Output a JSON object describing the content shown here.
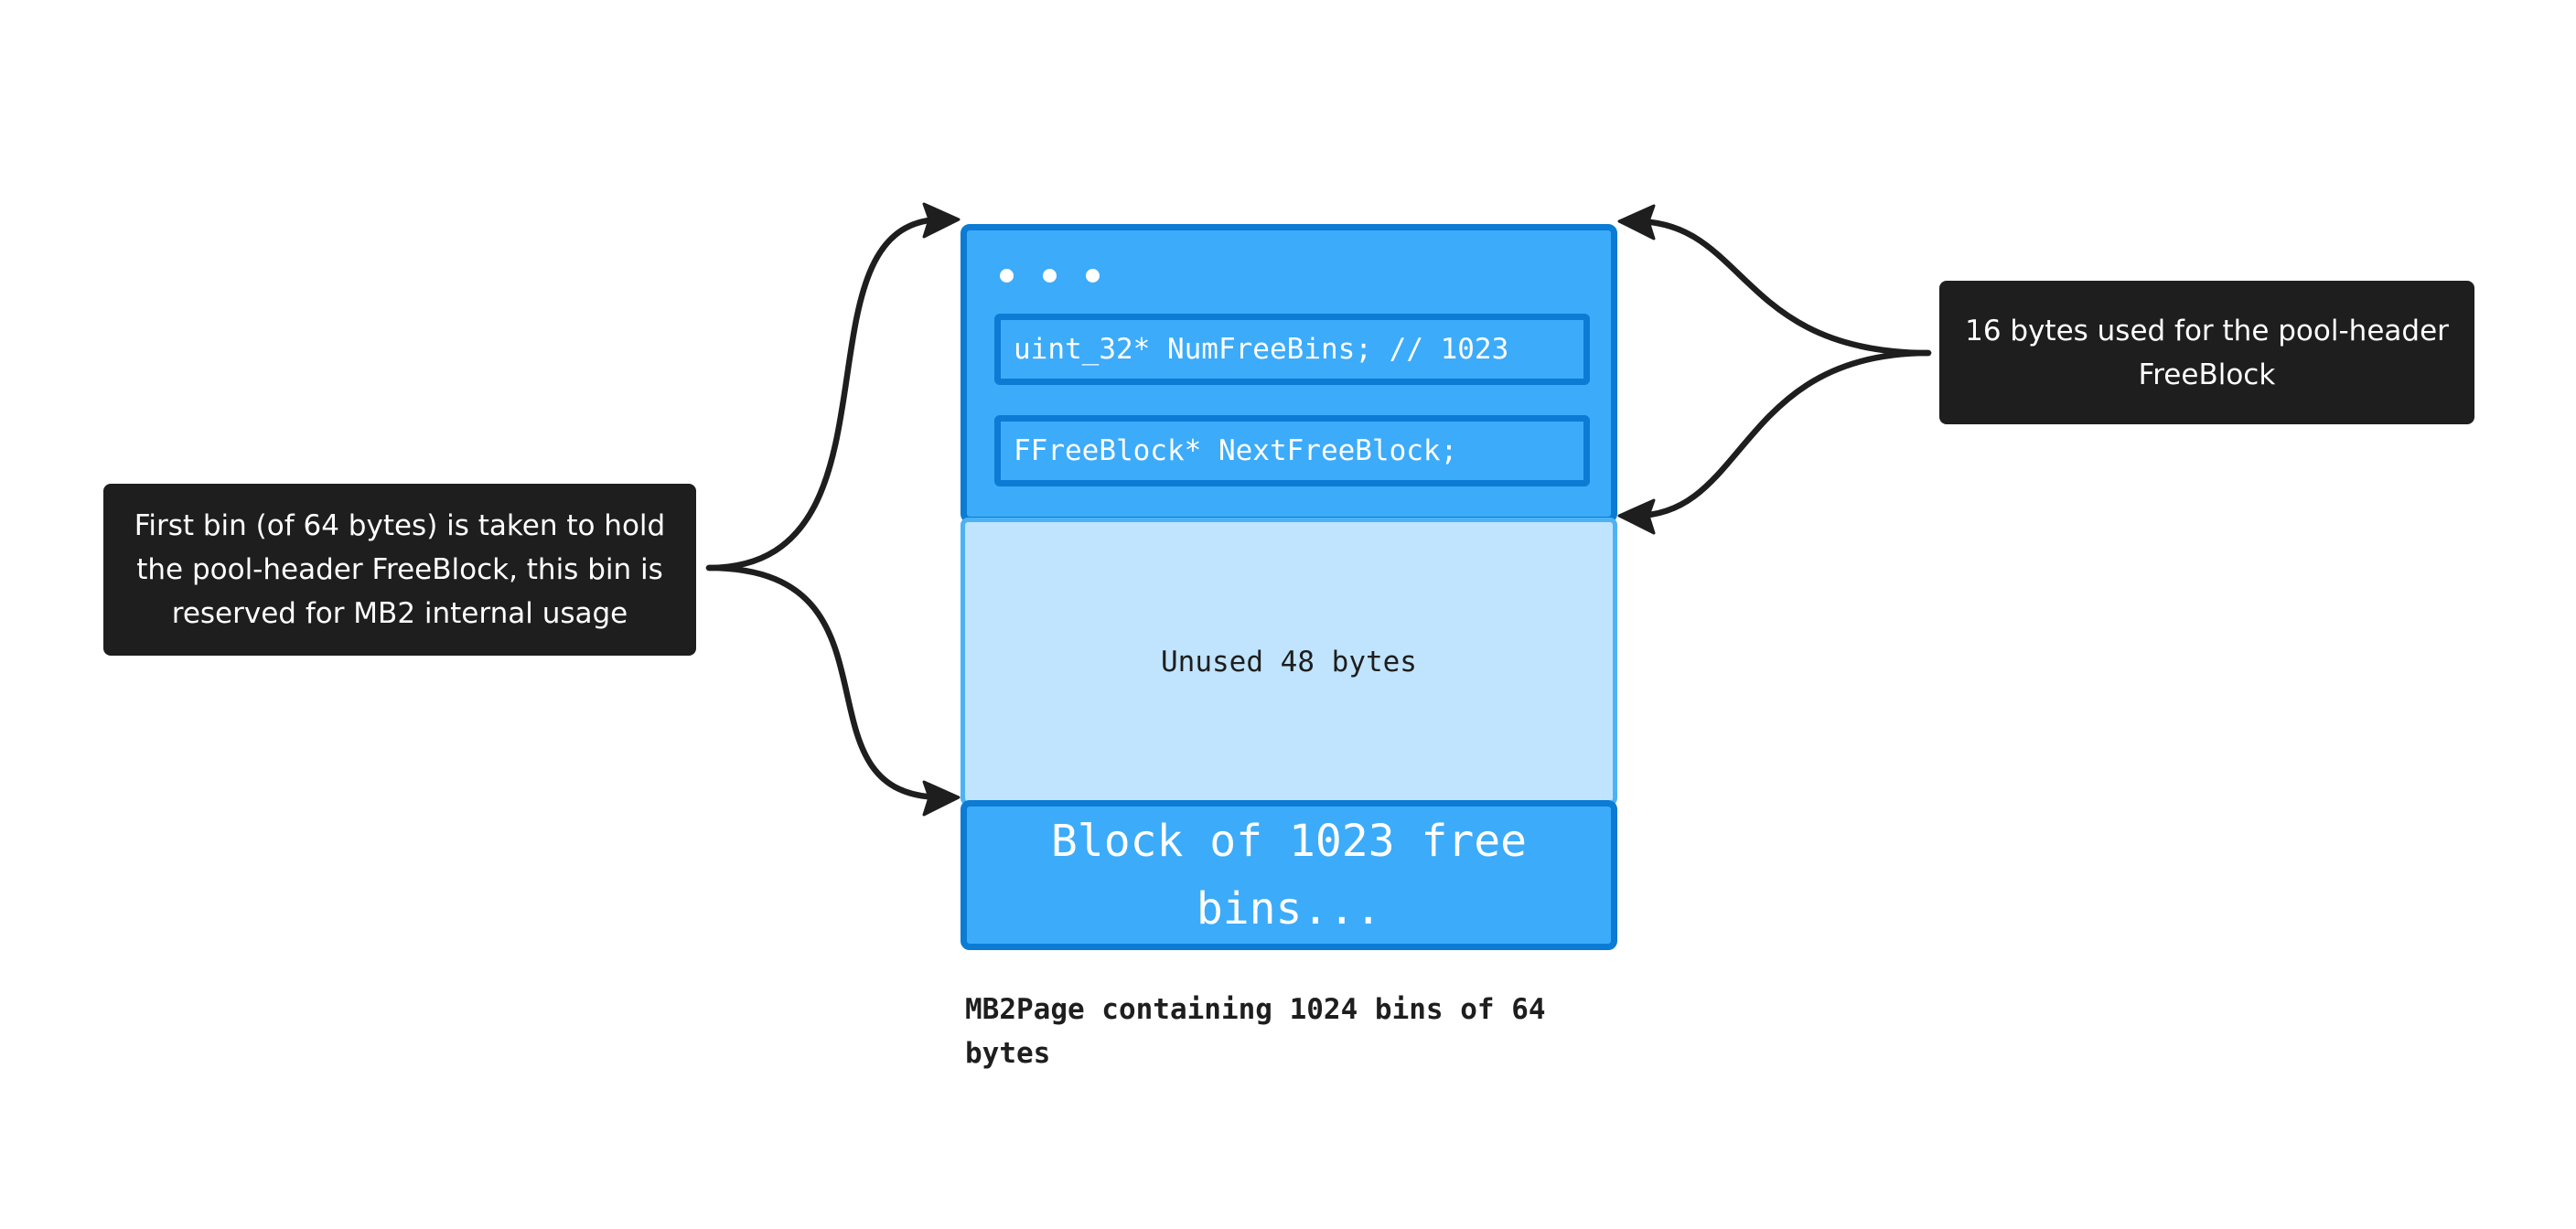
{
  "callouts": {
    "left": "First bin (of 64 bytes) is taken to hold the pool-header FreeBlock, this bin is reserved for MB2 internal usage",
    "right": "16 bytes used for the pool-header FreeBlock"
  },
  "header_block": {
    "ellipsis": "• • •",
    "fields": [
      "uint_32* NumFreeBins; // 1023",
      "FFreeBlock* NextFreeBlock;"
    ]
  },
  "unused_block": {
    "label": "Unused 48 bytes"
  },
  "free_block": {
    "label": "Block of 1023 free bins..."
  },
  "caption": "MB2Page containing 1024 bins of 64 bytes",
  "colors": {
    "block_fill": "#3cabfa",
    "block_border": "#0b7bd4",
    "unused_fill": "#c0e4fd",
    "unused_border": "#4db2f4",
    "callout_fill": "#1e1e1e",
    "arrow": "#1e1e1e"
  }
}
